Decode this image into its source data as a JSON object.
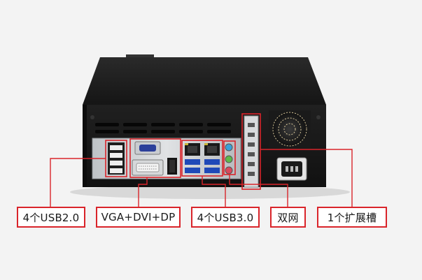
{
  "labels": {
    "usb2": "4个USB2.0",
    "video": "VGA+DVI+DP",
    "usb3": "4个USB3.0",
    "lan": "双网",
    "expansion": "1个扩展槽"
  },
  "colors": {
    "background": "#f3f3f3",
    "chassis": "#1b1b1b",
    "callout_red": "#d9242a",
    "io_shield": "#c9ccd0"
  }
}
